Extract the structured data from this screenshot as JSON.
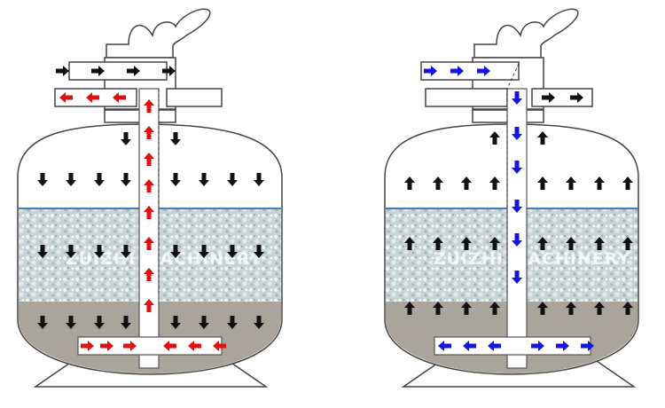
{
  "watermark": "ZUIZHI MACHINERY",
  "colors": {
    "body_fill": "#ffffff",
    "outline": "#444444",
    "sand": "#c9d2d4",
    "sand_speckle": "#eef2f3",
    "water_line": "#3a7fc4",
    "gravel": "#a9a59c",
    "flow_filter": "#e01010",
    "flow_backwash": "#1515e0",
    "flow_neutral": "#111111"
  },
  "diagrams": [
    {
      "id": "filter-mode",
      "flow_color_key": "flow_filter"
    },
    {
      "id": "backwash-mode",
      "flow_color_key": "flow_backwash"
    }
  ]
}
